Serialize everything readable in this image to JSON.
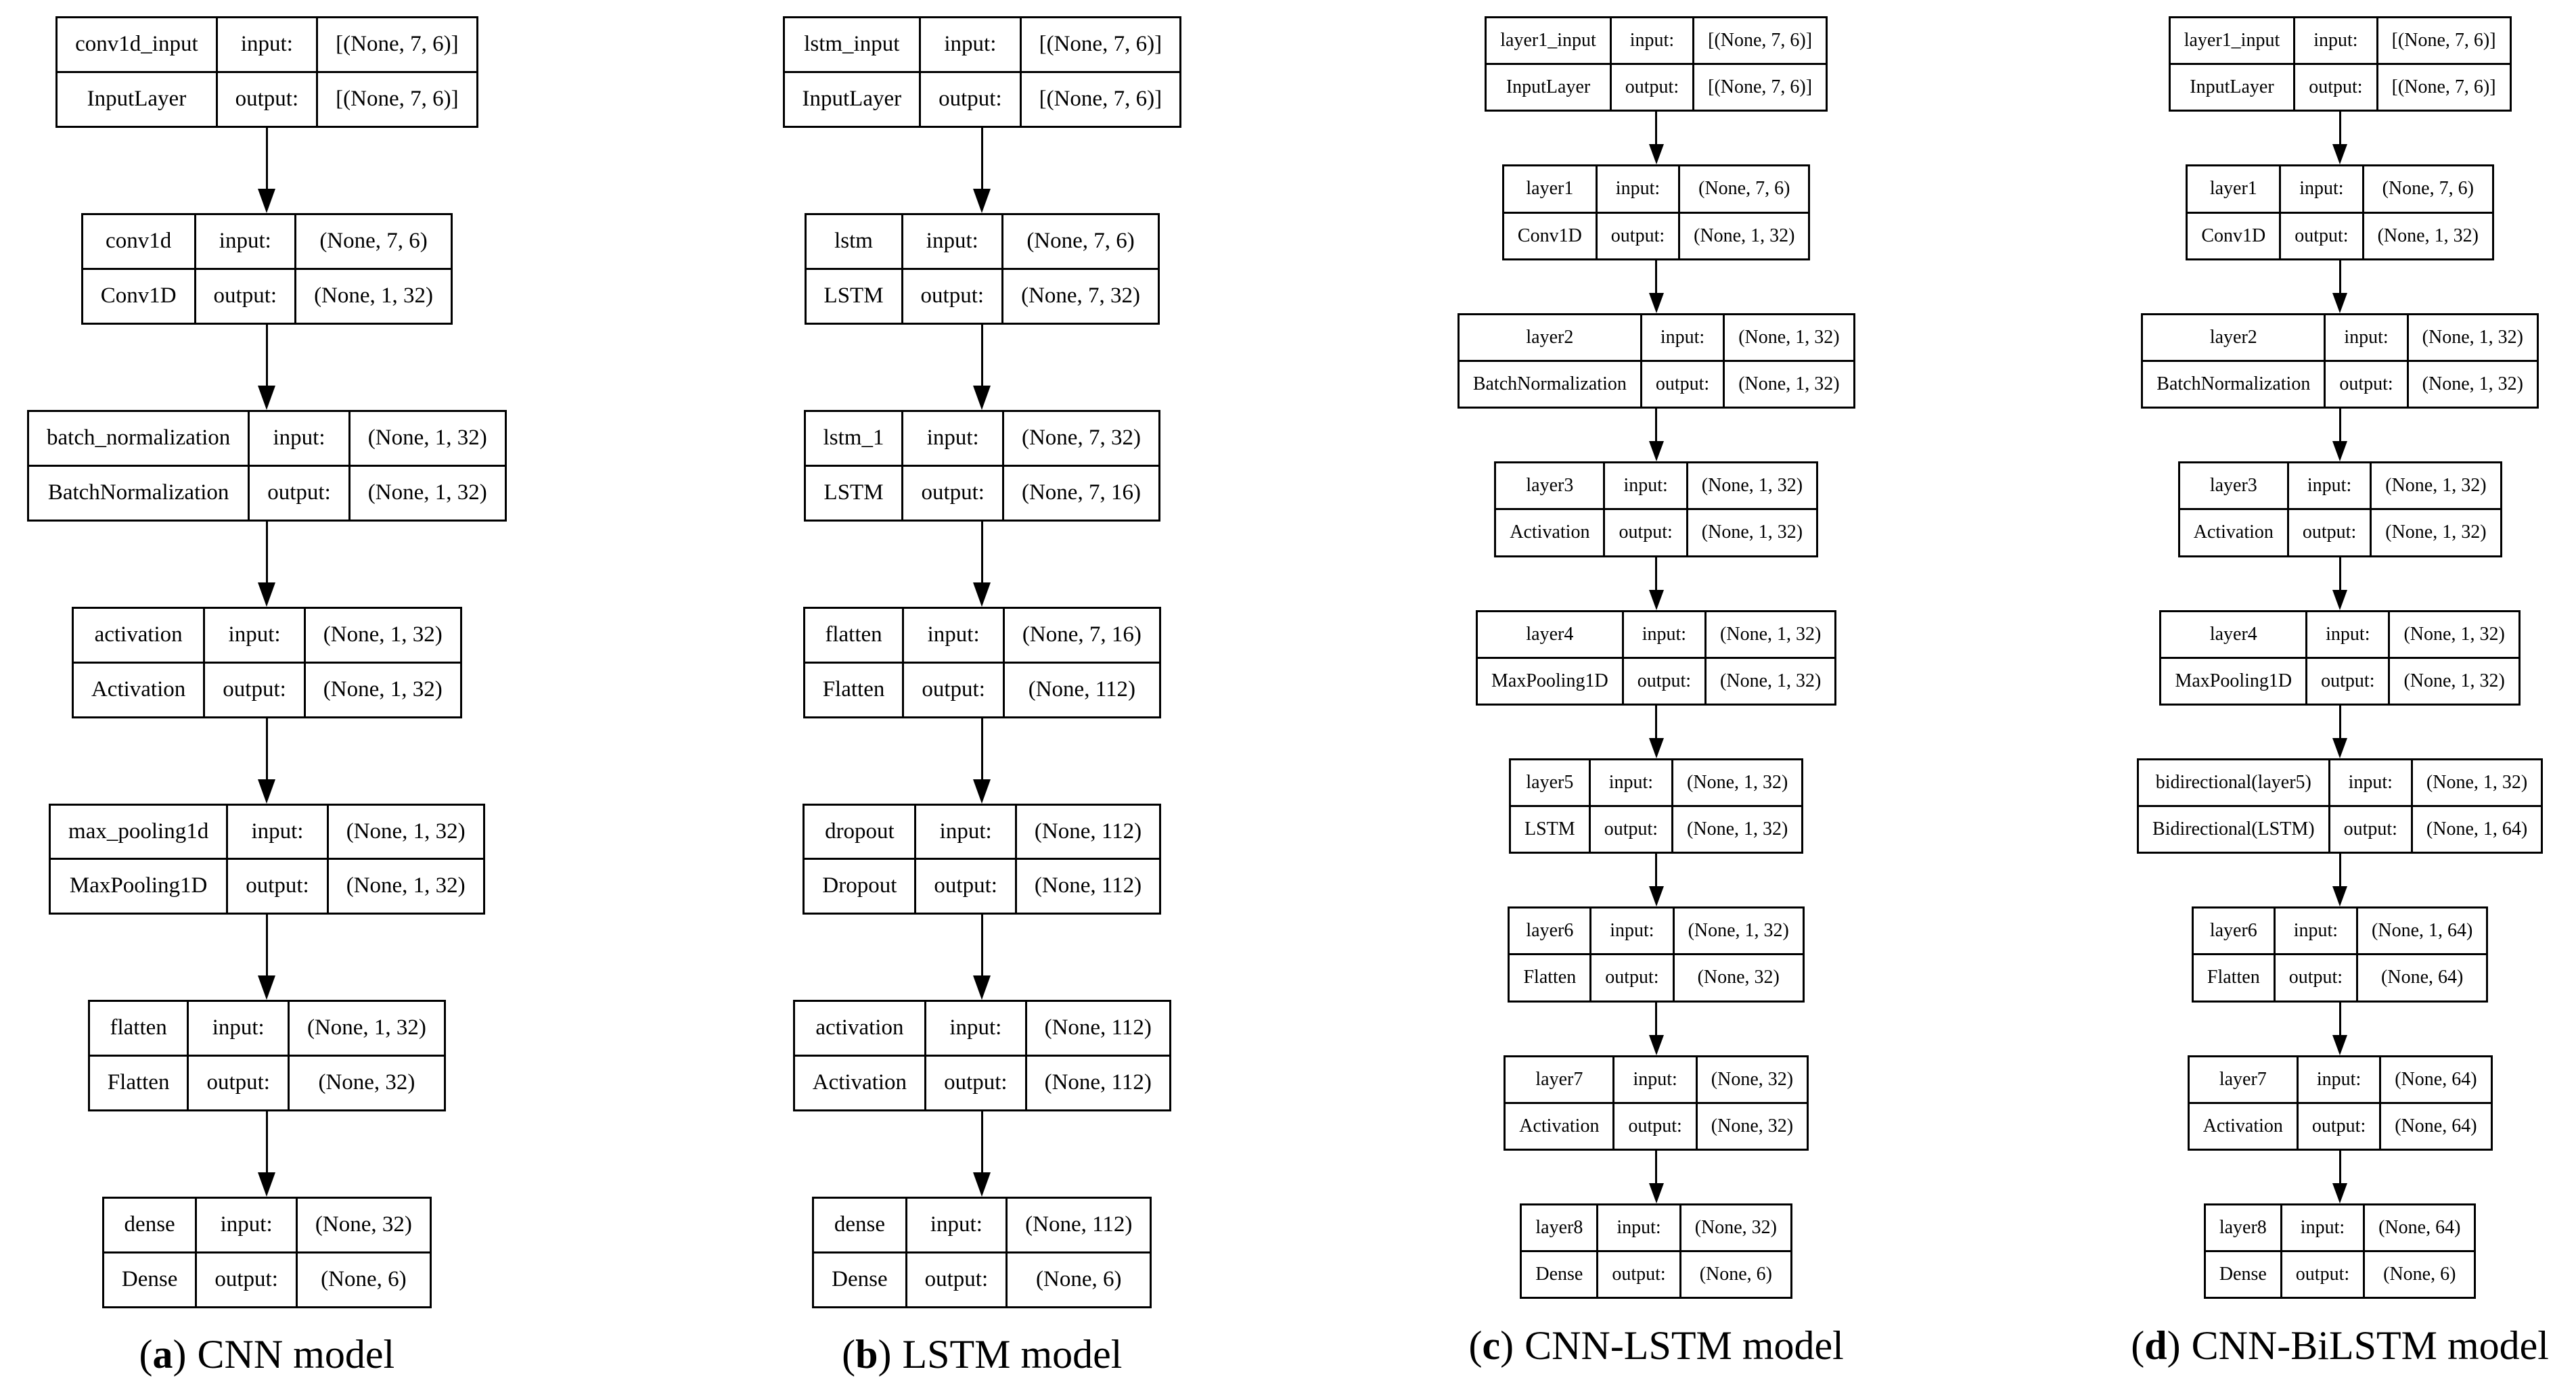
{
  "colors": {
    "background": "#ffffff",
    "line": "#000000",
    "text": "#000000"
  },
  "figure": {
    "io_labels": {
      "input": "input:",
      "output": "output:"
    },
    "columns": [
      {
        "id": "a",
        "size": "large",
        "caption": {
          "open": "(",
          "letter": "a",
          "close": ")",
          "text": "CNN model"
        },
        "nodes": [
          {
            "name": "conv1d_input",
            "type": "InputLayer",
            "input": "[(None, 7, 6)]",
            "output": "[(None, 7, 6)]"
          },
          {
            "name": "conv1d",
            "type": "Conv1D",
            "input": "(None, 7, 6)",
            "output": "(None, 1, 32)"
          },
          {
            "name": "batch_normalization",
            "type": "BatchNormalization",
            "input": "(None, 1, 32)",
            "output": "(None, 1, 32)"
          },
          {
            "name": "activation",
            "type": "Activation",
            "input": "(None, 1, 32)",
            "output": "(None, 1, 32)"
          },
          {
            "name": "max_pooling1d",
            "type": "MaxPooling1D",
            "input": "(None, 1, 32)",
            "output": "(None, 1, 32)"
          },
          {
            "name": "flatten",
            "type": "Flatten",
            "input": "(None, 1, 32)",
            "output": "(None, 32)"
          },
          {
            "name": "dense",
            "type": "Dense",
            "input": "(None, 32)",
            "output": "(None, 6)"
          }
        ]
      },
      {
        "id": "b",
        "size": "large",
        "caption": {
          "open": "(",
          "letter": "b",
          "close": ")",
          "text": "LSTM model"
        },
        "nodes": [
          {
            "name": "lstm_input",
            "type": "InputLayer",
            "input": "[(None, 7, 6)]",
            "output": "[(None, 7, 6)]"
          },
          {
            "name": "lstm",
            "type": "LSTM",
            "input": "(None, 7, 6)",
            "output": "(None, 7, 32)"
          },
          {
            "name": "lstm_1",
            "type": "LSTM",
            "input": "(None, 7, 32)",
            "output": "(None, 7, 16)"
          },
          {
            "name": "flatten",
            "type": "Flatten",
            "input": "(None, 7, 16)",
            "output": "(None, 112)"
          },
          {
            "name": "dropout",
            "type": "Dropout",
            "input": "(None, 112)",
            "output": "(None, 112)"
          },
          {
            "name": "activation",
            "type": "Activation",
            "input": "(None, 112)",
            "output": "(None, 112)"
          },
          {
            "name": "dense",
            "type": "Dense",
            "input": "(None, 112)",
            "output": "(None, 6)"
          }
        ]
      },
      {
        "id": "c",
        "size": "small",
        "caption": {
          "open": "(",
          "letter": "c",
          "close": ")",
          "text": "CNN-LSTM model"
        },
        "nodes": [
          {
            "name": "layer1_input",
            "type": "InputLayer",
            "input": "[(None, 7, 6)]",
            "output": "[(None, 7, 6)]"
          },
          {
            "name": "layer1",
            "type": "Conv1D",
            "input": "(None, 7, 6)",
            "output": "(None, 1, 32)"
          },
          {
            "name": "layer2",
            "type": "BatchNormalization",
            "input": "(None, 1, 32)",
            "output": "(None, 1, 32)"
          },
          {
            "name": "layer3",
            "type": "Activation",
            "input": "(None, 1, 32)",
            "output": "(None, 1, 32)"
          },
          {
            "name": "layer4",
            "type": "MaxPooling1D",
            "input": "(None, 1, 32)",
            "output": "(None, 1, 32)"
          },
          {
            "name": "layer5",
            "type": "LSTM",
            "input": "(None, 1, 32)",
            "output": "(None, 1, 32)"
          },
          {
            "name": "layer6",
            "type": "Flatten",
            "input": "(None, 1, 32)",
            "output": "(None, 32)"
          },
          {
            "name": "layer7",
            "type": "Activation",
            "input": "(None, 32)",
            "output": "(None, 32)"
          },
          {
            "name": "layer8",
            "type": "Dense",
            "input": "(None, 32)",
            "output": "(None, 6)"
          }
        ]
      },
      {
        "id": "d",
        "size": "small",
        "caption": {
          "open": "(",
          "letter": "d",
          "close": ")",
          "text": "CNN-BiLSTM model"
        },
        "nodes": [
          {
            "name": "layer1_input",
            "type": "InputLayer",
            "input": "[(None, 7, 6)]",
            "output": "[(None, 7, 6)]"
          },
          {
            "name": "layer1",
            "type": "Conv1D",
            "input": "(None, 7, 6)",
            "output": "(None, 1, 32)"
          },
          {
            "name": "layer2",
            "type": "BatchNormalization",
            "input": "(None, 1, 32)",
            "output": "(None, 1, 32)"
          },
          {
            "name": "layer3",
            "type": "Activation",
            "input": "(None, 1, 32)",
            "output": "(None, 1, 32)"
          },
          {
            "name": "layer4",
            "type": "MaxPooling1D",
            "input": "(None, 1, 32)",
            "output": "(None, 1, 32)"
          },
          {
            "name": "bidirectional(layer5)",
            "type": "Bidirectional(LSTM)",
            "input": "(None, 1, 32)",
            "output": "(None, 1, 64)"
          },
          {
            "name": "layer6",
            "type": "Flatten",
            "input": "(None, 1, 64)",
            "output": "(None, 64)"
          },
          {
            "name": "layer7",
            "type": "Activation",
            "input": "(None, 64)",
            "output": "(None, 64)"
          },
          {
            "name": "layer8",
            "type": "Dense",
            "input": "(None, 64)",
            "output": "(None, 6)"
          }
        ]
      }
    ]
  }
}
